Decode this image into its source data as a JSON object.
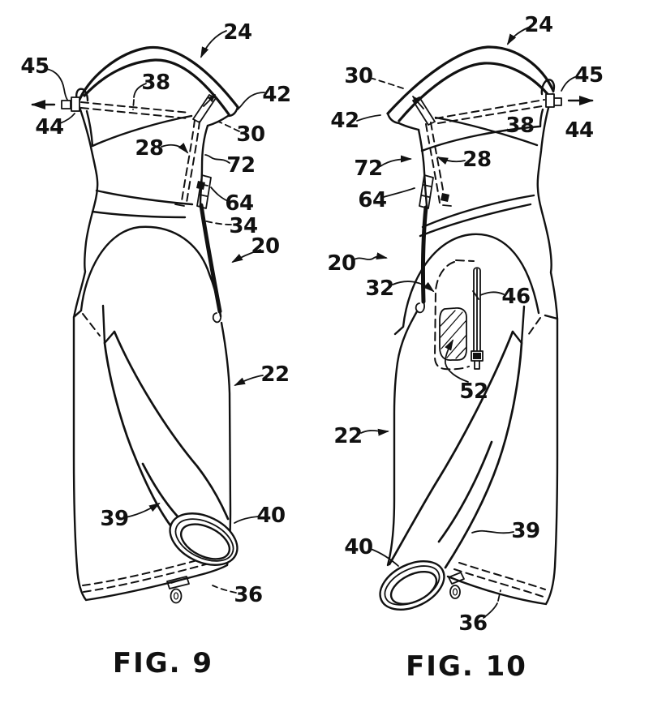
{
  "page": {
    "background": "#ffffff",
    "ink": "#111111"
  },
  "figures": [
    {
      "name": "fig9",
      "caption": "FIG. 9",
      "labels": [
        {
          "ref": "45"
        },
        {
          "ref": "24"
        },
        {
          "ref": "38"
        },
        {
          "ref": "42"
        },
        {
          "ref": "44"
        },
        {
          "ref": "30"
        },
        {
          "ref": "28"
        },
        {
          "ref": "72"
        },
        {
          "ref": "64"
        },
        {
          "ref": "34"
        },
        {
          "ref": "20"
        },
        {
          "ref": "22"
        },
        {
          "ref": "39"
        },
        {
          "ref": "40"
        },
        {
          "ref": "36"
        }
      ]
    },
    {
      "name": "fig10",
      "caption": "FIG. 10",
      "labels": [
        {
          "ref": "30"
        },
        {
          "ref": "24"
        },
        {
          "ref": "45"
        },
        {
          "ref": "42"
        },
        {
          "ref": "38"
        },
        {
          "ref": "44"
        },
        {
          "ref": "72"
        },
        {
          "ref": "28"
        },
        {
          "ref": "64"
        },
        {
          "ref": "20"
        },
        {
          "ref": "32"
        },
        {
          "ref": "46"
        },
        {
          "ref": "52"
        },
        {
          "ref": "22"
        },
        {
          "ref": "40"
        },
        {
          "ref": "39"
        },
        {
          "ref": "36"
        }
      ]
    }
  ]
}
